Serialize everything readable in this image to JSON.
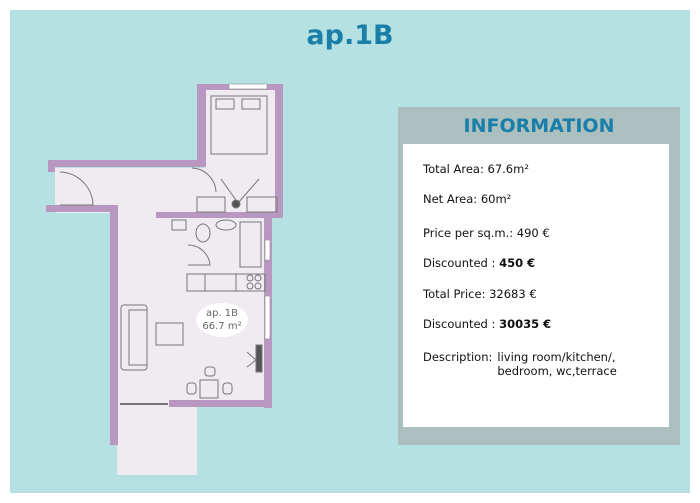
{
  "title": "ap.1B",
  "plan": {
    "label_name": "ap. 1B",
    "label_area": "66.7 m²"
  },
  "info": {
    "heading": "INFORMATION",
    "total_area": "Total Area: 67.6m²",
    "net_area": "Net Area: 60m²",
    "price_per_sqm": "Price per sq.m.: 490 €",
    "discounted_label_1": "Discounted : ",
    "discounted_value_1": "450 €",
    "total_price": "Total Price: 32683 €",
    "discounted_label_2": "Discounted : ",
    "discounted_value_2": "30035 €",
    "description_label": "Description:",
    "description_line1": "living room/kitchen/,",
    "description_line2": "bedroom, wc,terrace"
  },
  "colors": {
    "background": "#b6e1e3",
    "wall": "#b898c0",
    "floor": "#efebf1",
    "accent": "#1a7fa8"
  }
}
